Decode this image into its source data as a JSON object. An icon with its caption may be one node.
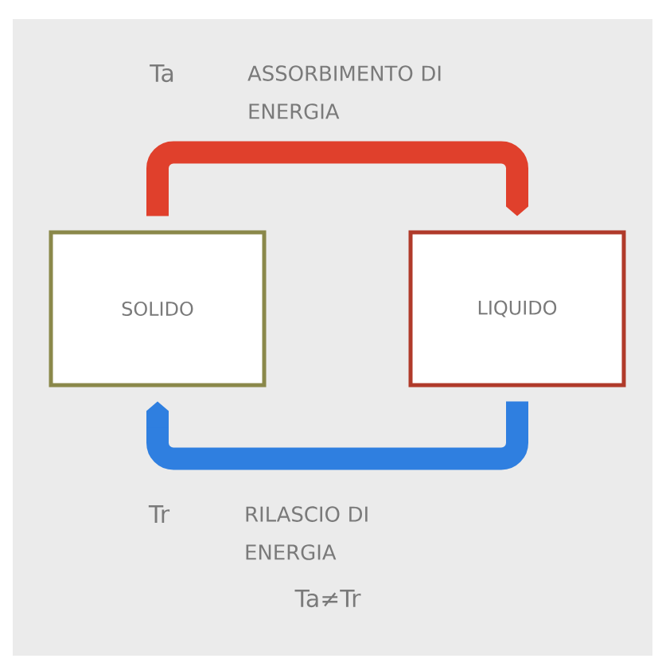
{
  "diagram": {
    "nodes": [
      {
        "text": [
          "SOLIDO"
        ]
      },
      {
        "text": [
          "LIQUIDO"
        ]
      }
    ],
    "edges": [
      {
        "from": 0,
        "to": 1,
        "arrow": "to",
        "label": "ASSORBIMENTO DI ENERGIA",
        "color": "#e0402c"
      },
      {
        "from": 1,
        "to": 0,
        "arrow": "to",
        "label": "RILASCIO DI ENERGIA",
        "color": "#2f7fe0"
      }
    ],
    "labels": [
      "Ta",
      "Tr",
      "Ta≠Tr"
    ]
  }
}
